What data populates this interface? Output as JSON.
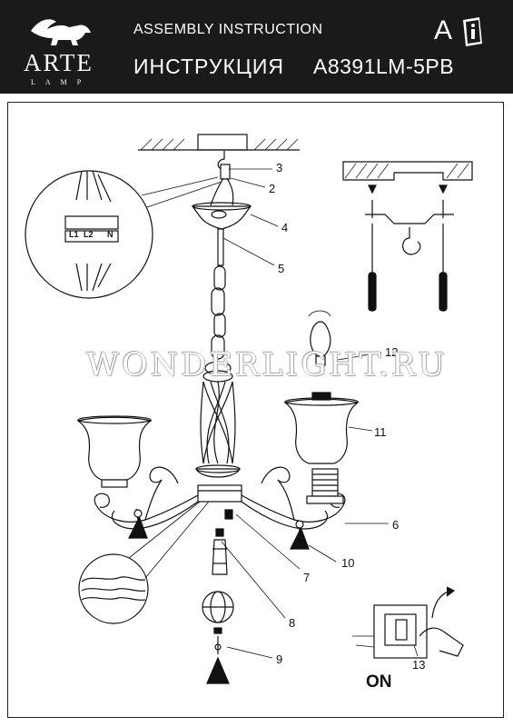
{
  "header": {
    "brand": "ARTE",
    "brand_sub": "LAMP",
    "title_en": "ASSEMBLY  INSTRUCTION",
    "title_ru": "ИНСТРУКЦИЯ",
    "model": "A8391LM-5PB",
    "language": "A",
    "logo_icon": "winged-lion-logo-icon",
    "info_icon": "info-booklet-icon"
  },
  "diagram": {
    "labels": [
      "3",
      "2",
      "4",
      "5",
      "12",
      "11",
      "6",
      "10",
      "7",
      "8",
      "9",
      "13"
    ],
    "terminal_labels": [
      "L1",
      "L2",
      "N"
    ],
    "watermark": "WONDERLIGHT.RU",
    "switch_label": "ON"
  }
}
